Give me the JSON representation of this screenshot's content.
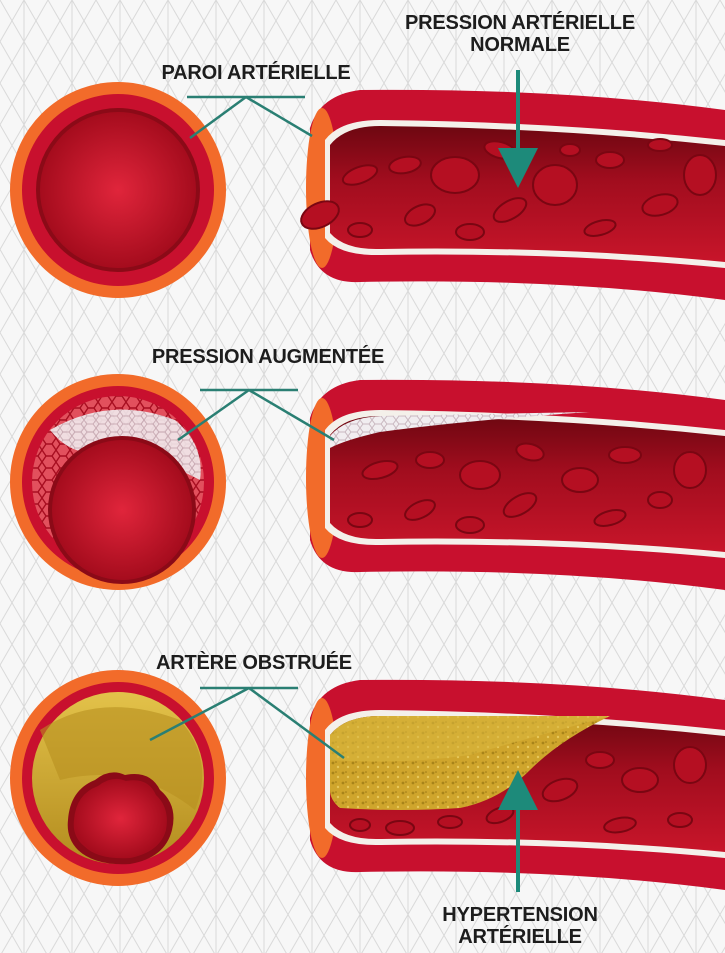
{
  "labels": {
    "wall": "PAROI ARTÉRIELLE",
    "normal_line1": "PRESSION ARTÉRIELLE",
    "normal_line2": "NORMALE",
    "increased": "PRESSION AUGMENTÉE",
    "blocked": "ARTÈRE OBSTRUÉE",
    "hyper_line1": "HYPERTENSION",
    "hyper_line2": "ARTÉRIELLE"
  },
  "colors": {
    "background": "#f7f7f7",
    "grid": "#d9d9d9",
    "outer_wall": "#f26b2a",
    "wall_red": "#c8102e",
    "blood_dark": "#8b0a17",
    "blood": "#c8152a",
    "cell": "#b50f22",
    "plaque_light": "#f2eef0",
    "fat": "#c9a227",
    "fat_light": "#e0c24a",
    "arrow": "#1d8a7a",
    "pointer": "#2a7f73"
  }
}
